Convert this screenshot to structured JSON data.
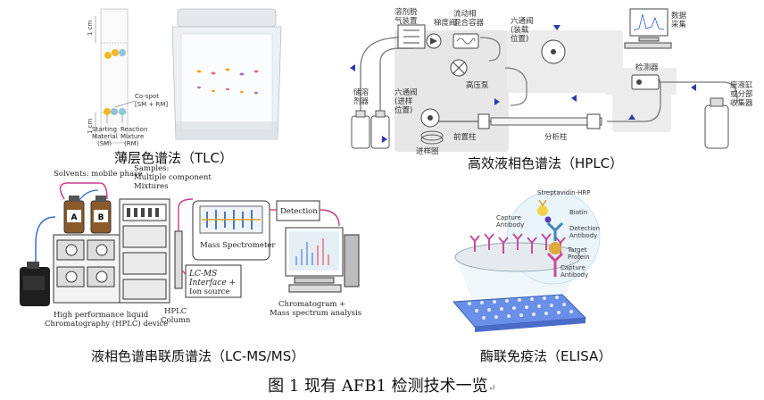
{
  "tlc": {
    "caption": "薄层色谱法（TLC）",
    "cm_top": "1 cm",
    "cm_bottom": "1 cm",
    "co_spot": "Co-spot",
    "co_spot_sub": "[SM + RM]",
    "starting_1": "Starting",
    "starting_2": "Material",
    "starting_3": "(SM)",
    "reaction_1": "Reaction",
    "reaction_2": "Mixture",
    "reaction_3": "(RM)"
  },
  "hplc": {
    "caption": "高效液相色谱法（HPLC）",
    "solvent_degasser": [
      "溶剂脱",
      "气装置"
    ],
    "gradient_valve": "梯度阀",
    "mixer": [
      "流动相",
      "混合容器"
    ],
    "six_way_injection": [
      "六通阀",
      "(装载",
      "位置)"
    ],
    "data_acquisition": [
      "数据",
      "采集"
    ],
    "reservoir": [
      "储溶",
      "剂器"
    ],
    "six_way_sample": [
      "六通阀",
      "(进样",
      "位置)"
    ],
    "pump": "高压泵",
    "pre_column": "前置柱",
    "column": "分析柱",
    "detector": "检测器",
    "waste": [
      "废液缸",
      "或分部",
      "收集器"
    ],
    "loop": "进样圈"
  },
  "lcms": {
    "caption": "液相色谱串联质谱法（LC-MS/MS）",
    "solvents": "Solvents: mobile phase",
    "samples": [
      "Samples:",
      "Multiple component",
      "Mixtures"
    ],
    "bottle_a": "A",
    "bottle_b": "B",
    "mass_spec": "Mass Spectrometer",
    "detection": "Detection",
    "interface": [
      "LC-MS",
      "Interface +",
      "Ion source"
    ],
    "hplc_device": [
      "High performance liquid",
      "Chromatography (HPLC) device"
    ],
    "hplc_column": [
      "HPLC",
      "Column"
    ],
    "chromatogram": [
      "Chromatogram +",
      "Mass spectrum analysis"
    ]
  },
  "elisa": {
    "caption": "酶联免疫法（ELISA）",
    "streptavidin": "Streptavidin-HRP",
    "biotin": "Biotin",
    "capture_top": [
      "Capture",
      "Antibody"
    ],
    "detection_ab": [
      "Detection",
      "Antibody"
    ],
    "target": [
      "Target",
      "Protein"
    ],
    "capture_bottom": [
      "Capture",
      "Antibody"
    ]
  },
  "figure_caption": "图 1   现有 AFB1 检测技术一览",
  "return_mark": "↵"
}
